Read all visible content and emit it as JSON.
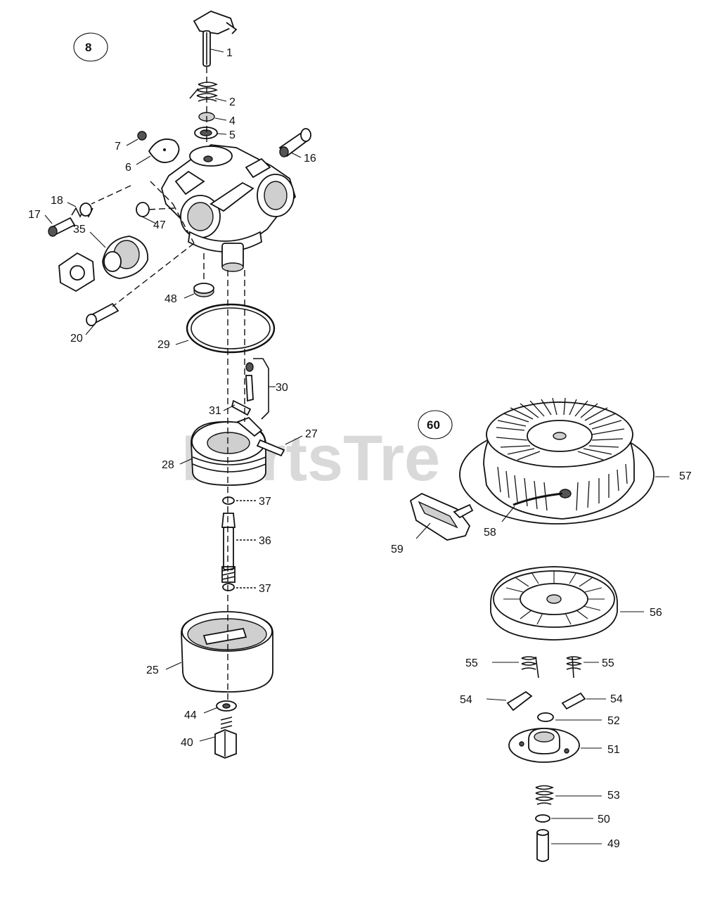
{
  "watermark": "PartsTre",
  "groups": {
    "carburetor": {
      "label": "8"
    },
    "recoil_starter": {
      "label": "60"
    }
  },
  "callouts": {
    "c1": "1",
    "c2": "2",
    "c4": "4",
    "c5": "5",
    "c6": "6",
    "c7": "7",
    "c16": "16",
    "c17": "17",
    "c18": "18",
    "c20": "20",
    "c25": "25",
    "c27": "27",
    "c28": "28",
    "c29": "29",
    "c30": "30",
    "c31": "31",
    "c35": "35",
    "c36": "36",
    "c37a": "37",
    "c37b": "37",
    "c40": "40",
    "c44": "44",
    "c47": "47",
    "c48": "48",
    "c49": "49",
    "c50": "50",
    "c51": "51",
    "c52": "52",
    "c53": "53",
    "c54a": "54",
    "c54b": "54",
    "c55a": "55",
    "c55b": "55",
    "c56": "56",
    "c57": "57",
    "c58": "58",
    "c59": "59"
  }
}
